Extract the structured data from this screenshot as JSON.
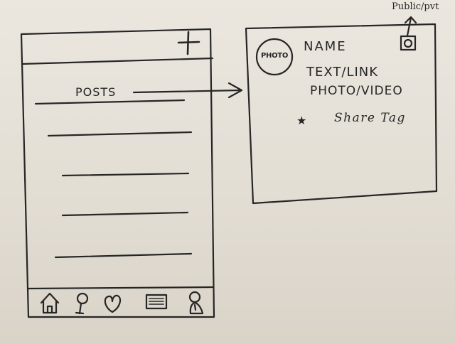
{
  "phone": {
    "add_glyph": "+",
    "posts_label": "POSTS",
    "feed_line_count": 5,
    "tab_icons": [
      "home-icon",
      "location-pin-icon",
      "heart-icon",
      "gallery-icon",
      "profile-icon"
    ]
  },
  "post_card": {
    "photo_label": "PHOTO",
    "name_label": "NAME",
    "text_link_label": "TEXT/LINK",
    "photo_video_label": "PHOTO/VIDEO",
    "share_bullet": "★",
    "share_tag_label": "Share Tag",
    "corner_note": "Public/pvt",
    "privacy_icon": "privacy-toggle-icon"
  },
  "colors": {
    "ink": "#262626",
    "paper": "#e6e1d8"
  }
}
